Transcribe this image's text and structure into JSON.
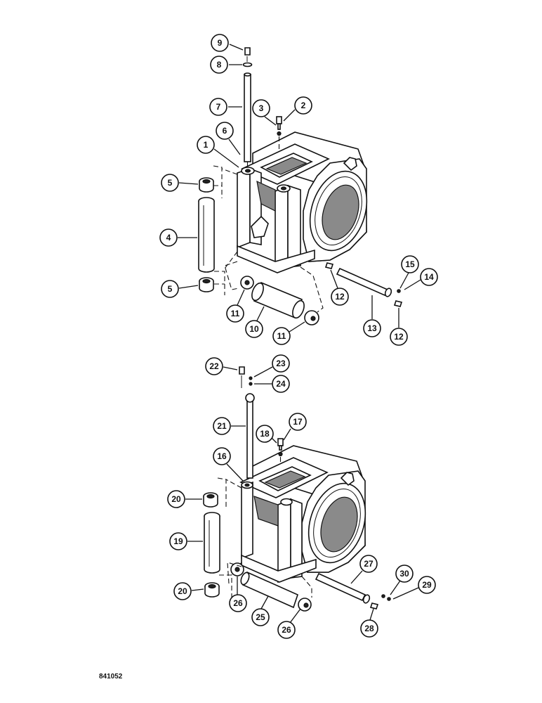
{
  "figure_code": "841052",
  "callouts": [
    {
      "label": "9"
    },
    {
      "label": "8"
    },
    {
      "label": "7"
    },
    {
      "label": "3"
    },
    {
      "label": "2"
    },
    {
      "label": "6"
    },
    {
      "label": "1"
    },
    {
      "label": "5"
    },
    {
      "label": "4"
    },
    {
      "label": "5"
    },
    {
      "label": "11"
    },
    {
      "label": "10"
    },
    {
      "label": "11"
    },
    {
      "label": "12"
    },
    {
      "label": "13"
    },
    {
      "label": "15"
    },
    {
      "label": "14"
    },
    {
      "label": "12"
    },
    {
      "label": "22"
    },
    {
      "label": "23"
    },
    {
      "label": "24"
    },
    {
      "label": "21"
    },
    {
      "label": "18"
    },
    {
      "label": "17"
    },
    {
      "label": "16"
    },
    {
      "label": "20"
    },
    {
      "label": "19"
    },
    {
      "label": "20"
    },
    {
      "label": "26"
    },
    {
      "label": "25"
    },
    {
      "label": "26"
    },
    {
      "label": "27"
    },
    {
      "label": "30"
    },
    {
      "label": "29"
    },
    {
      "label": "28"
    }
  ]
}
